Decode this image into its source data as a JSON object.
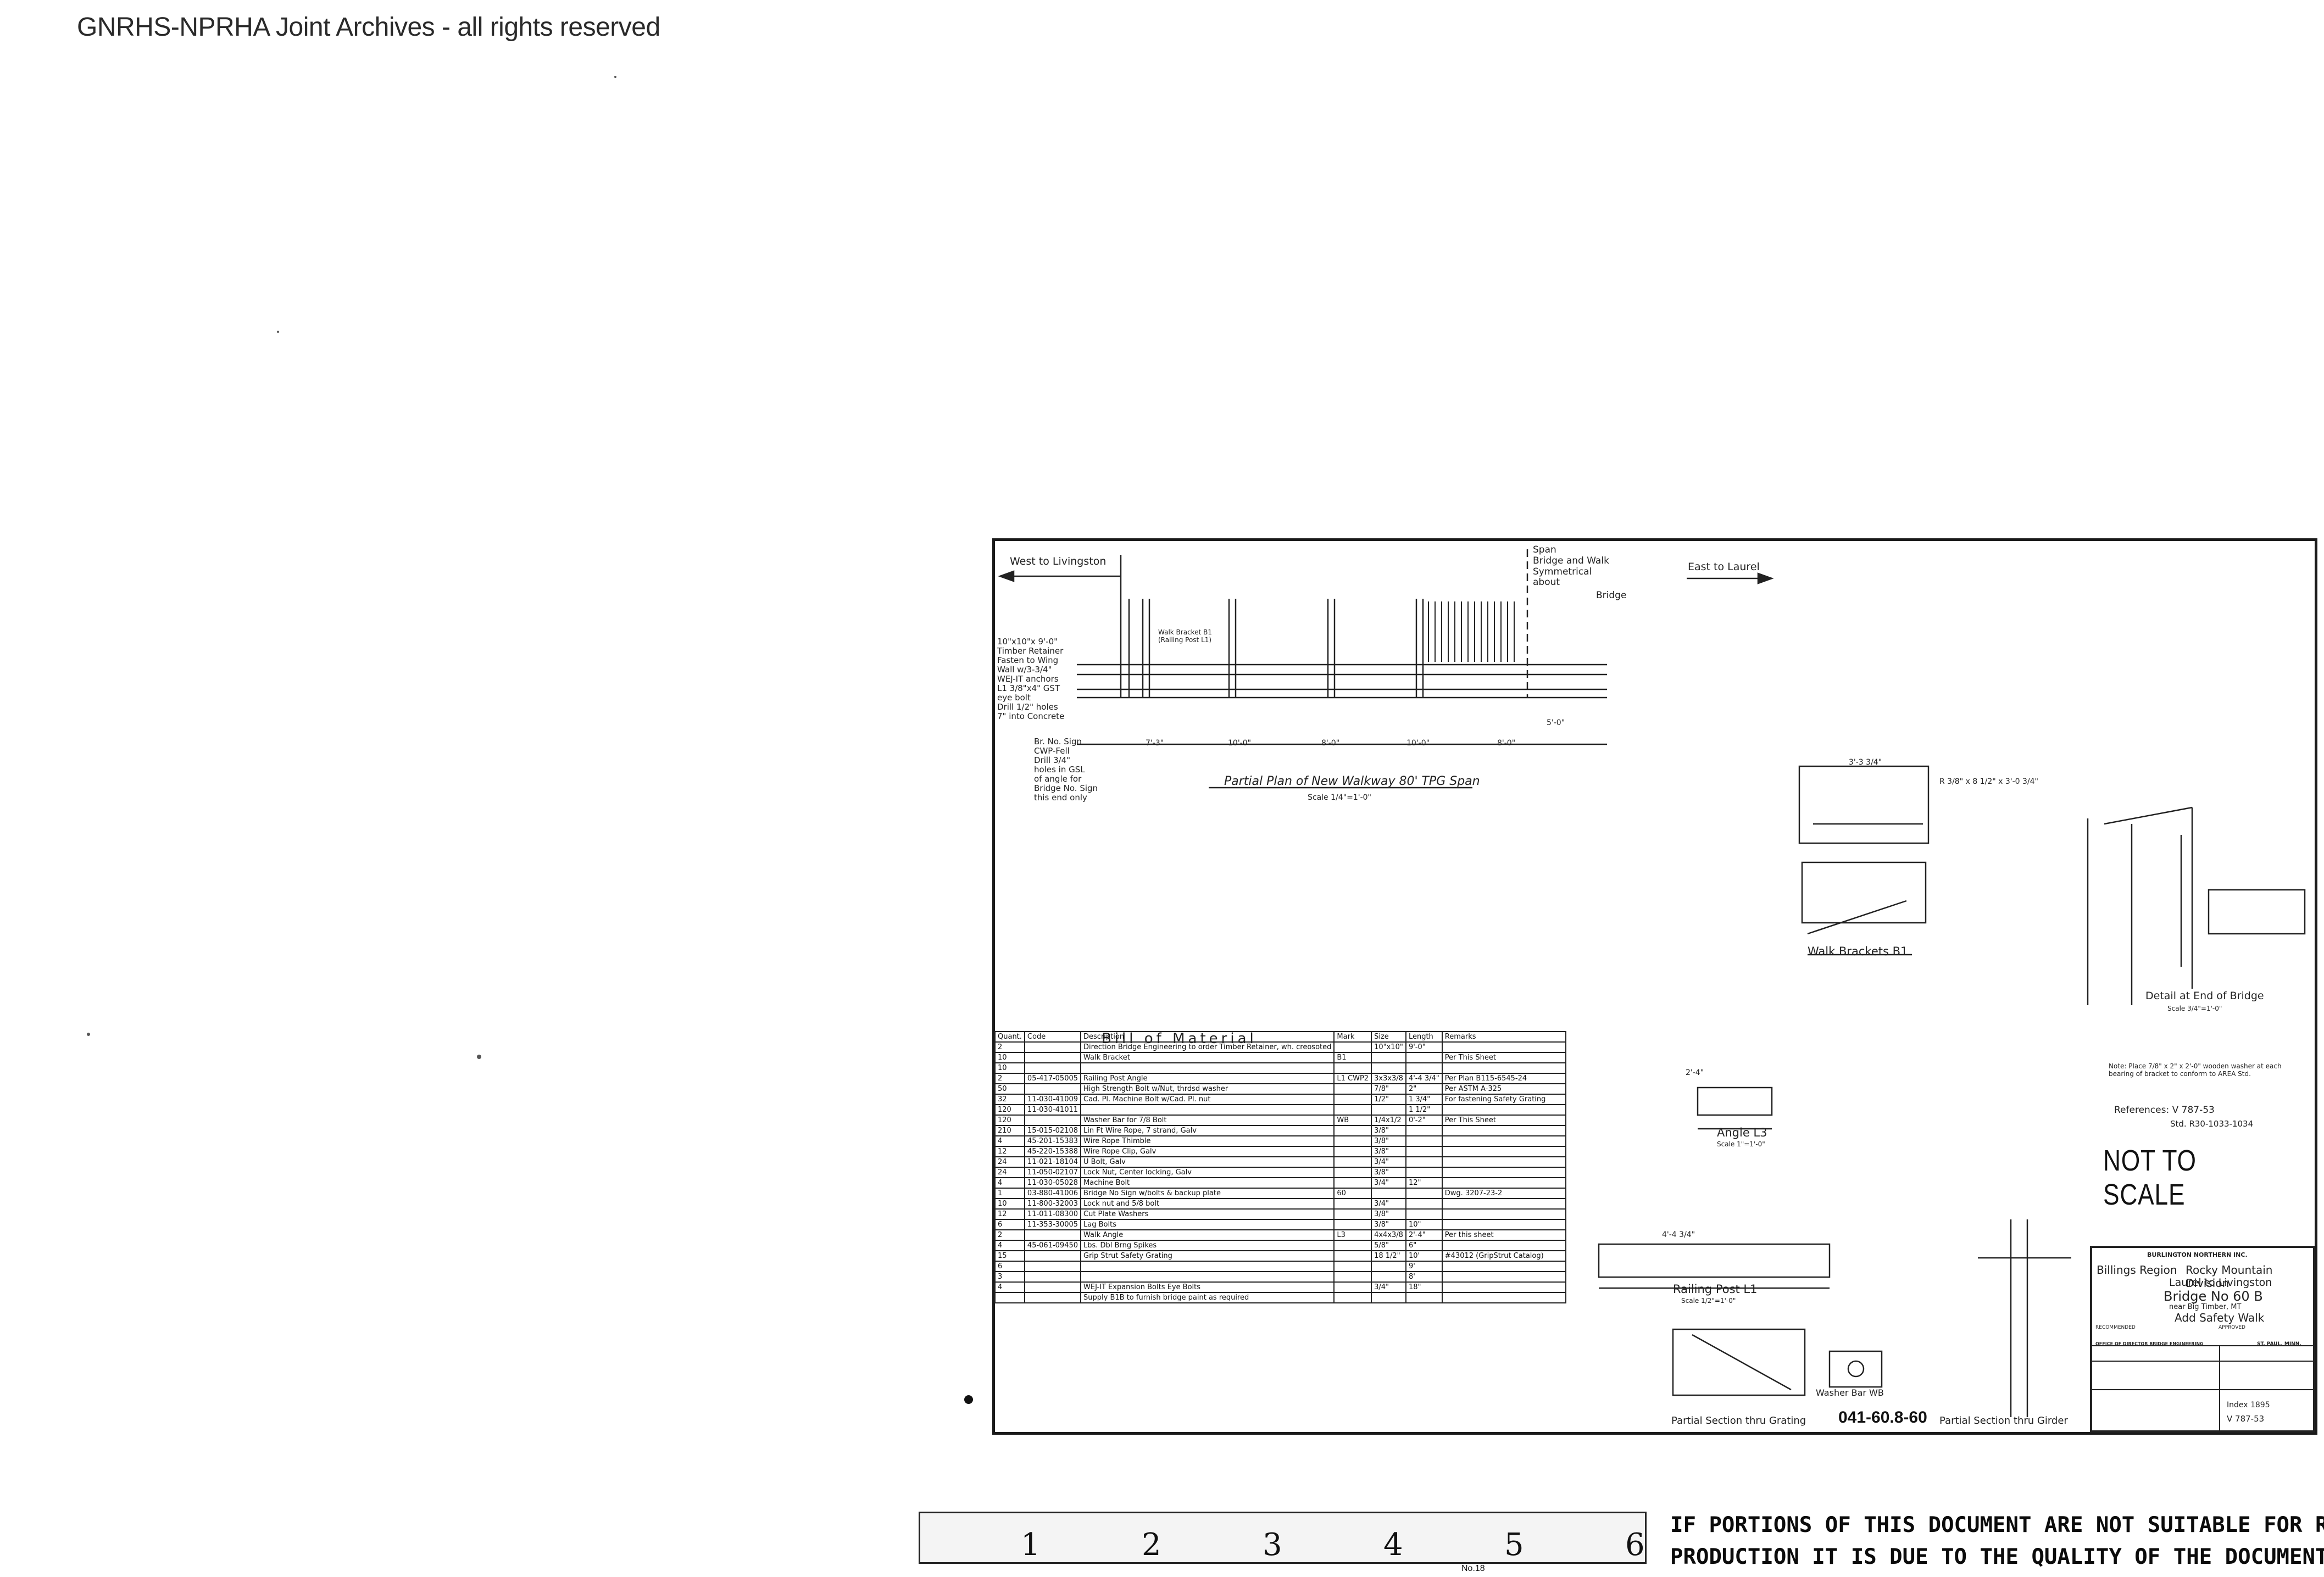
{
  "watermark": "GNRHS-NPRHA Joint Archives - all rights reserved",
  "plan": {
    "west_label": "West to Livingston",
    "east_label": "East to Laurel",
    "span_label": "Span",
    "span_note": "Bridge and Walk Symmetrical about",
    "bridge_label": "Bridge",
    "title": "Partial Plan of New Walkway 80' TPG Span",
    "scale": "Scale 1/4\"=1'-0\"",
    "notes_left": [
      "10\"x10\"x 9'-0\"",
      "Timber Retainer",
      "Fasten to Wing",
      "Wall w/3-3/4\"",
      "WEJ-IT anchors",
      "L1 3/8\"x4\" GST",
      "eye bolt",
      "Drill 1/2\" holes",
      "7\" into Concrete"
    ],
    "notes_sign": [
      "Br. No. Sign",
      "CWP-Fell",
      "Drill 3/4\"",
      "holes in GSL",
      "of angle for",
      "Bridge No. Sign",
      "this end only"
    ],
    "walk_bracket_label": "Walk Bracket B1 (Railing Post L1)",
    "dims": [
      "7'-3\"",
      "10'-0\"",
      "8'-0\"",
      "10'-0\"",
      "8'-0\"",
      "5'-0\""
    ]
  },
  "details": {
    "walk_brackets_title": "Walk Brackets B1",
    "end_detail_title": "Detail at End of Bridge",
    "end_detail_scale": "Scale 3/4\"=1'-0\"",
    "angle_title": "Angle L3",
    "angle_scale": "Scale 1\"=1'-0\"",
    "angle_dim": "2'-4\"",
    "railing_title": "Railing Post L1",
    "railing_scale": "Scale 1/2\"=1'-0\"",
    "railing_dim": "4'-4 3/4\"",
    "grating_section": "Partial Section thru Grating",
    "girder_section": "Partial Section thru Girder",
    "washer_title": "Washer Bar WB",
    "bracket_dim": "3'-3 3/4\"",
    "bolt_note": "R 3/8\" x 8 1/2\" x 3'-0 3/4\""
  },
  "notes": {
    "note_text": "Note: Place 7/8\" x 2\" x 2'-0\" wooden washer at each bearing of bracket to conform to AREA Std.",
    "references": "References: V 787-53",
    "std": "Std. R30-1033-1034",
    "not_to_scale": "NOT TO SCALE"
  },
  "bom": {
    "title": "Bill of Material",
    "headers": [
      "Quant.",
      "Code",
      "Description",
      "Mark",
      "Size",
      "Length",
      "Remarks"
    ],
    "rows": [
      [
        "2",
        "",
        "Direction Bridge Engineering to order Timber Retainer, wh. creosoted",
        "",
        "10\"x10\"",
        "9'-0\"",
        ""
      ],
      [
        "10",
        "",
        "Walk Bracket",
        "B1",
        "",
        "",
        "Per This Sheet"
      ],
      [
        "10",
        "",
        "",
        "",
        "",
        "",
        ""
      ],
      [
        "2",
        "05-417-05005",
        "Railing Post Angle",
        "L1 CWP2",
        "3x3x3/8",
        "4'-4 3/4\"",
        "Per Plan B115-6545-24"
      ],
      [
        "50",
        "",
        "High Strength Bolt w/Nut, thrdsd washer",
        "",
        "7/8\"",
        "2\"",
        "Per ASTM A-325"
      ],
      [
        "32",
        "11-030-41009",
        "Cad. Pl. Machine Bolt w/Cad. Pl. nut",
        "",
        "1/2\"",
        "1 3/4\"",
        "For fastening Safety Grating"
      ],
      [
        "120",
        "11-030-41011",
        "",
        "",
        "",
        "1 1/2\"",
        ""
      ],
      [
        "120",
        "",
        "Washer Bar for 7/8 Bolt",
        "WB",
        "1/4x1/2",
        "0'-2\"",
        "Per This Sheet"
      ],
      [
        "210",
        "15-015-02108",
        "Lin Ft Wire Rope, 7 strand, Galv",
        "",
        "3/8\"",
        "",
        ""
      ],
      [
        "4",
        "45-201-15383",
        "Wire Rope Thimble",
        "",
        "3/8\"",
        "",
        ""
      ],
      [
        "12",
        "45-220-15388",
        "Wire Rope Clip, Galv",
        "",
        "3/8\"",
        "",
        ""
      ],
      [
        "24",
        "11-021-18104",
        "U Bolt, Galv",
        "",
        "3/4\"",
        "",
        ""
      ],
      [
        "24",
        "11-050-02107",
        "Lock Nut, Center locking, Galv",
        "",
        "3/8\"",
        "",
        ""
      ],
      [
        "4",
        "11-030-05028",
        "Machine Bolt",
        "",
        "3/4\"",
        "12\"",
        ""
      ],
      [
        "1",
        "03-880-41006",
        "Bridge No Sign w/bolts & backup plate",
        "60",
        "",
        "",
        "Dwg. 3207-23-2"
      ],
      [
        "10",
        "11-800-32003",
        "Lock nut and 5/8 bolt",
        "",
        "3/4\"",
        "",
        ""
      ],
      [
        "12",
        "11-011-08300",
        "Cut Plate Washers",
        "",
        "3/8\"",
        "",
        ""
      ],
      [
        "6",
        "11-353-30005",
        "Lag Bolts",
        "",
        "3/8\"",
        "10\"",
        ""
      ],
      [
        "2",
        "",
        "Walk Angle",
        "L3",
        "4x4x3/8",
        "2'-4\"",
        "Per this sheet"
      ],
      [
        "4",
        "45-061-09450",
        "Lbs. Dbl Brng Spikes",
        "",
        "5/8\"",
        "6\"",
        ""
      ],
      [
        "15",
        "",
        "Grip Strut Safety Grating",
        "",
        "18 1/2\"",
        "10'",
        "#43012 (GripStrut Catalog)"
      ],
      [
        "6",
        "",
        "",
        "",
        "",
        "9'",
        ""
      ],
      [
        "3",
        "",
        "",
        "",
        "",
        "8'",
        ""
      ],
      [
        "4",
        "",
        "WEJ-IT Expansion Bolts Eye Bolts",
        "",
        "3/4\"",
        "18\"",
        ""
      ],
      [
        "",
        "",
        "Supply B1B to furnish bridge paint as required",
        "",
        "",
        "",
        ""
      ]
    ]
  },
  "title_block": {
    "company": "BURLINGTON NORTHERN INC.",
    "region": "Billings Region",
    "division": "Rocky Mountain Division",
    "route": "Laurel to Livingston",
    "bridge": "Bridge No 60 B",
    "near": "near Big Timber, MT",
    "work": "Add Safety Walk",
    "recommended": "RECOMMENDED",
    "approved": "APPROVED",
    "office": "OFFICE OF DIRECTOR BRIDGE ENGINEERING",
    "city": "ST. PAUL, MINN.",
    "drawing_ref": "V 787-53",
    "file_ref": "Index 1895"
  },
  "drawing_number": "041-60.8-60",
  "ruler": {
    "numbers": [
      "1",
      "2",
      "3",
      "4",
      "5",
      "6"
    ],
    "tag": "No.18"
  },
  "notice": {
    "line1": "IF PORTIONS OF THIS DOCUMENT ARE NOT SUITABLE FOR RE-",
    "line2": "PRODUCTION IT IS DUE TO THE QUALITY OF THE DOCUMENT."
  }
}
